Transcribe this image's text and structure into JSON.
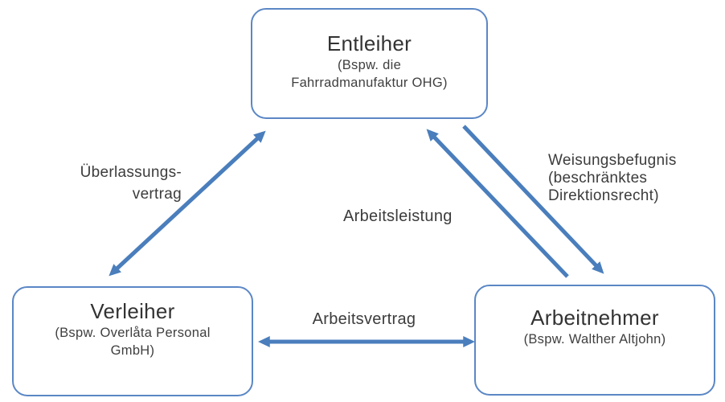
{
  "colors": {
    "arrow": "#4a7ebc",
    "node_border": "#5b87c5",
    "text": "#3d3d3d"
  },
  "nodes": {
    "entleiher": {
      "title": "Entleiher",
      "subtitle_lines": [
        "(Bspw. die",
        "Fahrradmanufaktur OHG)"
      ]
    },
    "verleiher": {
      "title": "Verleiher",
      "subtitle_lines": [
        "(Bspw. Overlåta Personal",
        "GmbH)"
      ]
    },
    "arbeitnehmer": {
      "title": "Arbeitnehmer",
      "subtitle_lines": [
        "(Bspw. Walther Altjohn)"
      ]
    }
  },
  "edges": {
    "ueberlassungsvertrag": {
      "lines": [
        "Überlassungs-",
        "vertrag"
      ],
      "between": [
        "Verleiher",
        "Entleiher"
      ],
      "direction": "both"
    },
    "arbeitsleistung": {
      "label": "Arbeitsleistung",
      "between": [
        "Arbeitnehmer",
        "Entleiher"
      ],
      "direction": "to-Entleiher"
    },
    "weisungsbefugnis": {
      "lines": [
        "Weisungsbefugnis",
        "(beschränktes",
        "Direktionsrecht)"
      ],
      "between": [
        "Entleiher",
        "Arbeitnehmer"
      ],
      "direction": "to-Arbeitnehmer"
    },
    "arbeitsvertrag": {
      "label": "Arbeitsvertrag",
      "between": [
        "Verleiher",
        "Arbeitnehmer"
      ],
      "direction": "both"
    }
  }
}
